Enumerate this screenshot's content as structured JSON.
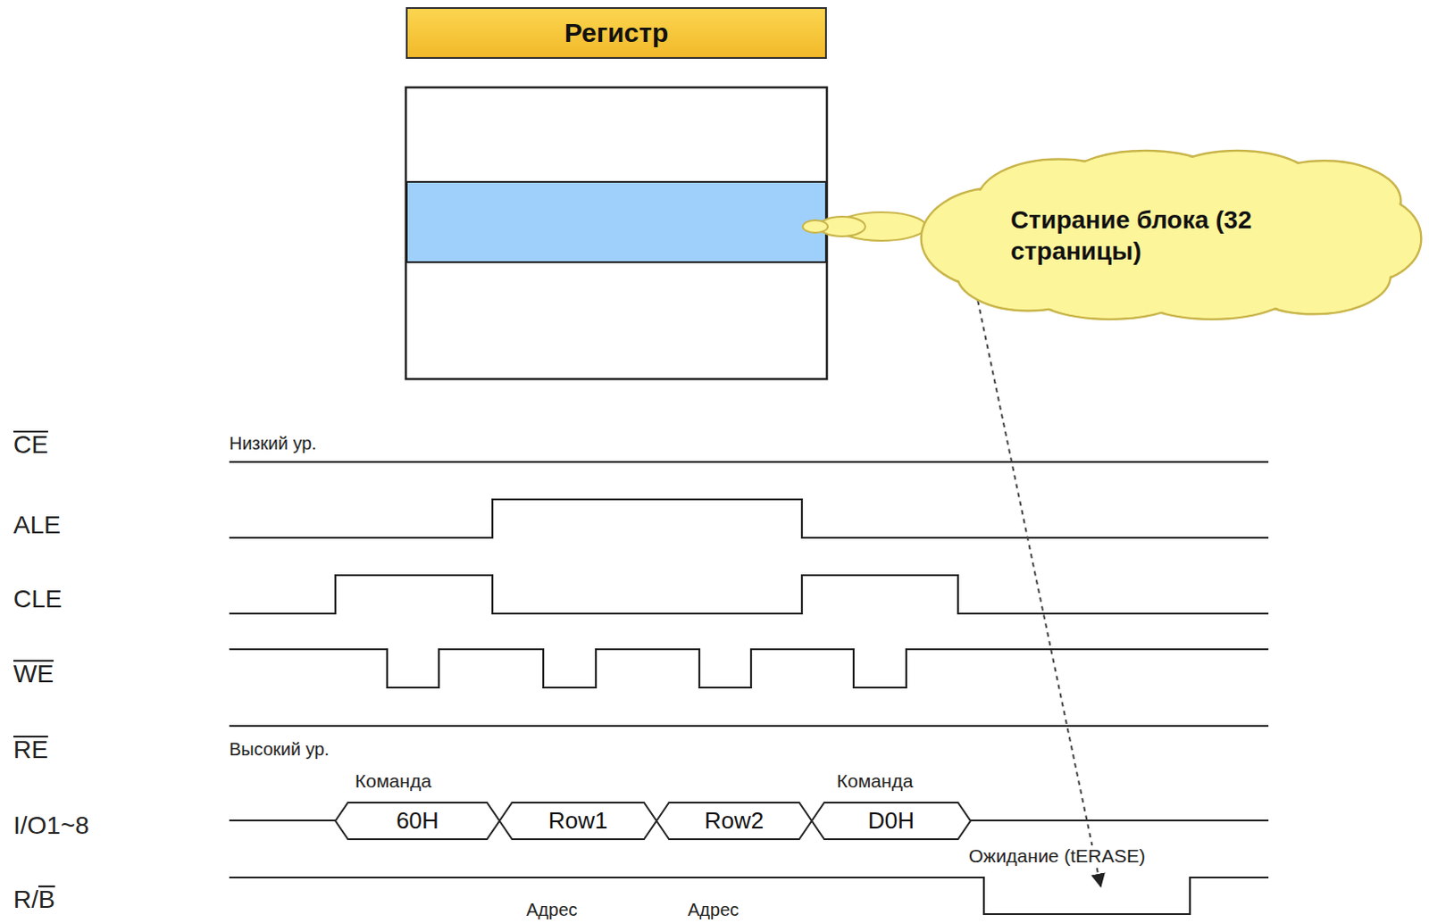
{
  "diagram": {
    "nodes": [
      {
        "text": [
          "Регистр"
        ]
      },
      {
        "text": [
          "Стирание блока (32 страницы)"
        ]
      },
      {
        "text": [
          "60H"
        ]
      },
      {
        "text": [
          "Row1"
        ]
      },
      {
        "text": [
          "Row2"
        ]
      },
      {
        "text": [
          "D0H"
        ]
      }
    ],
    "labels": [
      "CE",
      "ALE",
      "CLE",
      "WE",
      "RE",
      "I/O1~8",
      "R/B",
      "Низкий ур.",
      "Высокий ур.",
      "Команда",
      "Команда",
      "Адрес",
      "Адрес",
      "Ожидание (tERASE)"
    ]
  }
}
